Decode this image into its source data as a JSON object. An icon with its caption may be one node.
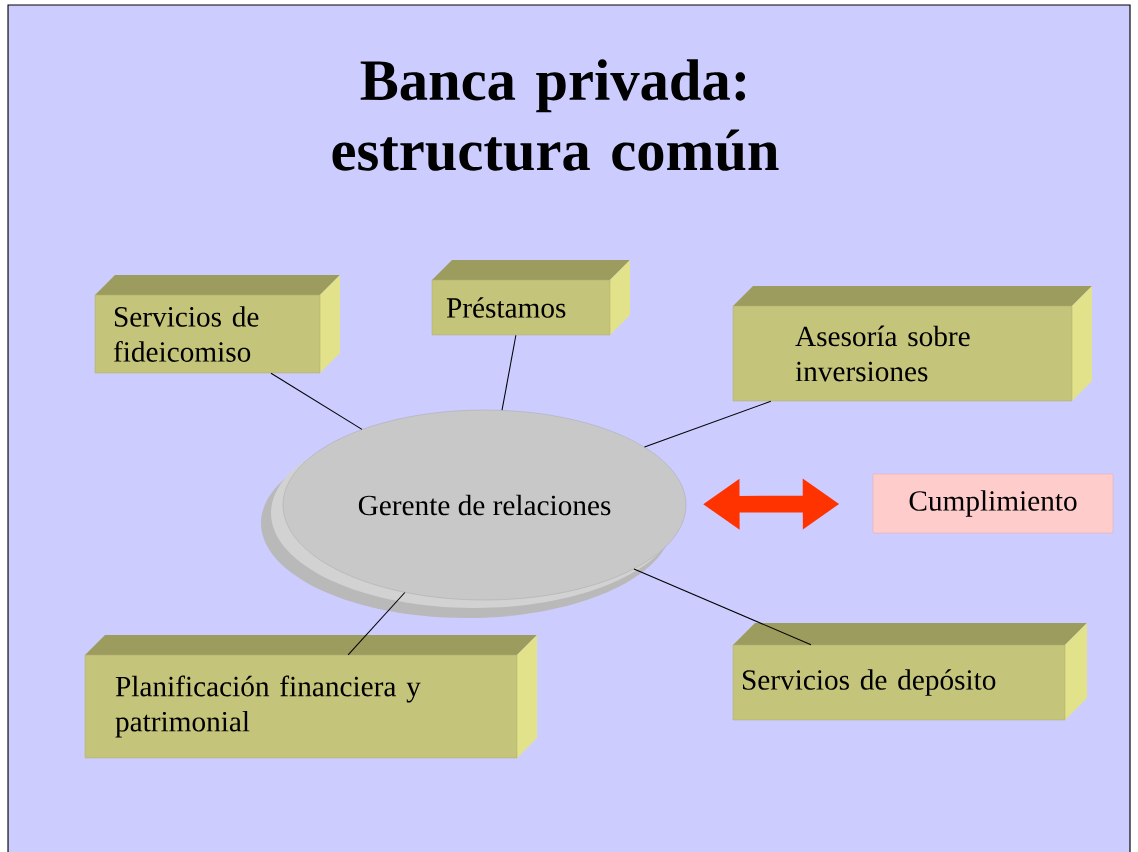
{
  "diagram": {
    "title": "Banca privada: estructura común",
    "nodes": [
      {
        "text": [
          "Gerente de relaciones"
        ]
      },
      {
        "text": [
          "Servicios de fideicomiso"
        ]
      },
      {
        "text": [
          "Préstamos"
        ]
      },
      {
        "text": [
          "Asesoría sobre inversiones"
        ]
      },
      {
        "text": [
          "Planificación financiera y patrimonial"
        ]
      },
      {
        "text": [
          "Servicios de depósito"
        ]
      },
      {
        "text": [
          "Cumplimiento"
        ]
      }
    ],
    "edges": [
      {
        "from": 1,
        "to": 0,
        "arrow": "none"
      },
      {
        "from": 2,
        "to": 0,
        "arrow": "none"
      },
      {
        "from": 3,
        "to": 0,
        "arrow": "none"
      },
      {
        "from": 0,
        "to": 4,
        "arrow": "none"
      },
      {
        "from": 0,
        "to": 5,
        "arrow": "none"
      },
      {
        "from": 0,
        "to": 6,
        "arrow": "both",
        "style": "thick",
        "color": "#ff3300"
      }
    ]
  }
}
